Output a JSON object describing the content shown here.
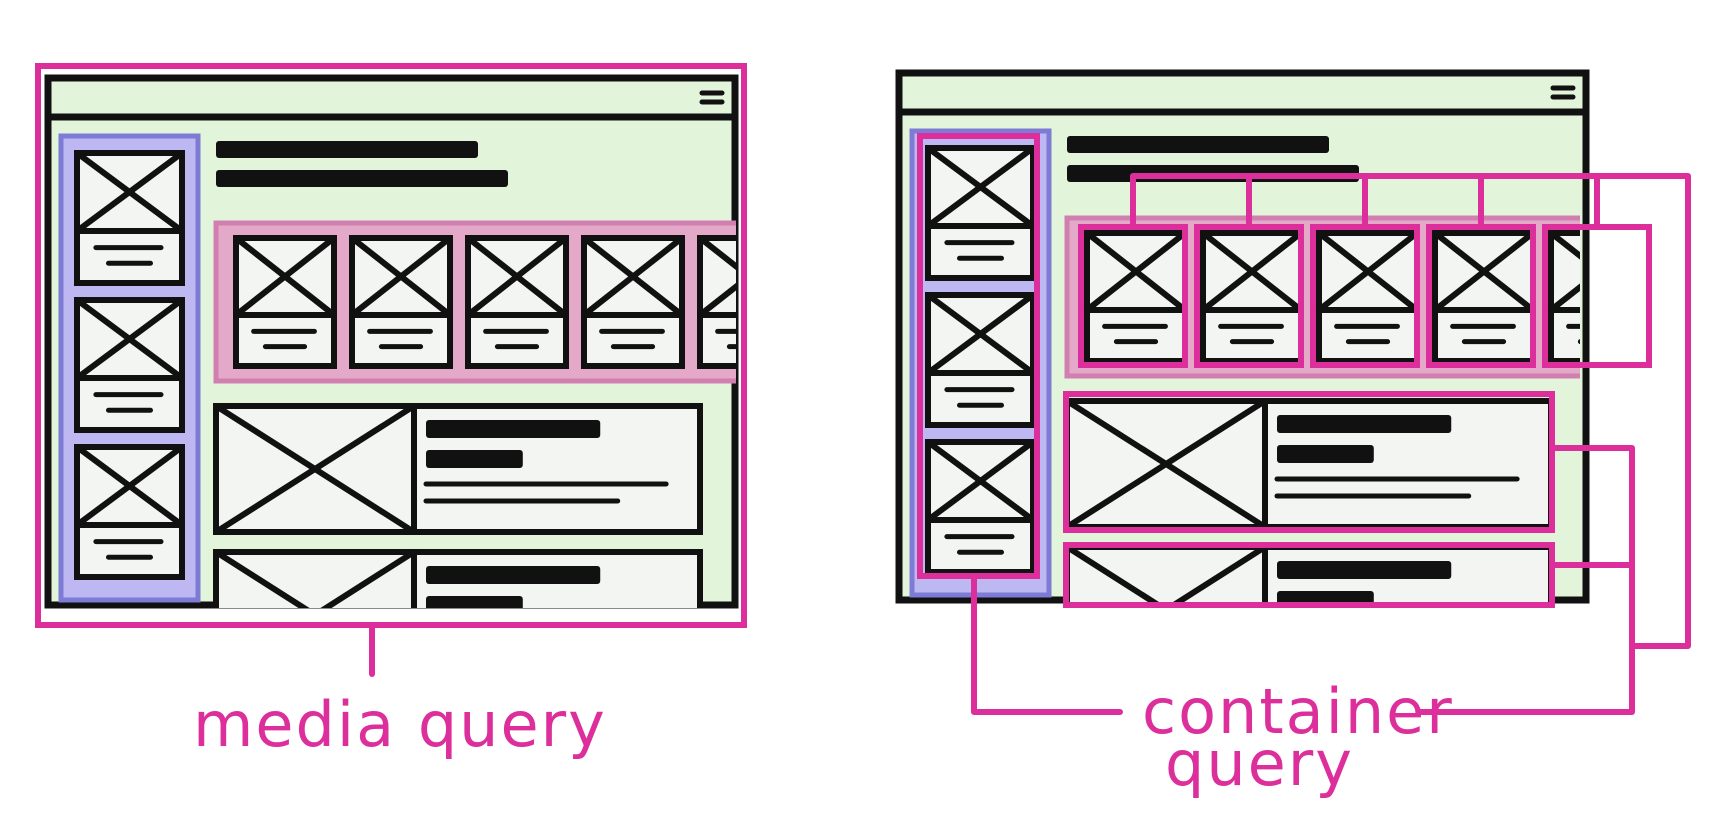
{
  "colors": {
    "accent": "#dc2f9b",
    "sidebar": "#bdb8f2",
    "sidebar_border": "#7d7bd6",
    "page_bg": "#e2f5da",
    "row_band": "#e4a8c8",
    "row_band_border": "#d07fb0",
    "card_fill": "#f3f5f2",
    "ink": "#111111"
  },
  "icons": {
    "menu": "hamburger-icon",
    "placeholder": "image-placeholder-icon"
  },
  "diagrams": [
    {
      "caption": "media query",
      "sidebar_cards": 3,
      "row_cards": 5,
      "wide_cards": 2
    },
    {
      "caption_lines": [
        "container",
        "query"
      ],
      "sidebar_cards": 3,
      "row_cards": 5,
      "wide_cards": 2
    }
  ]
}
